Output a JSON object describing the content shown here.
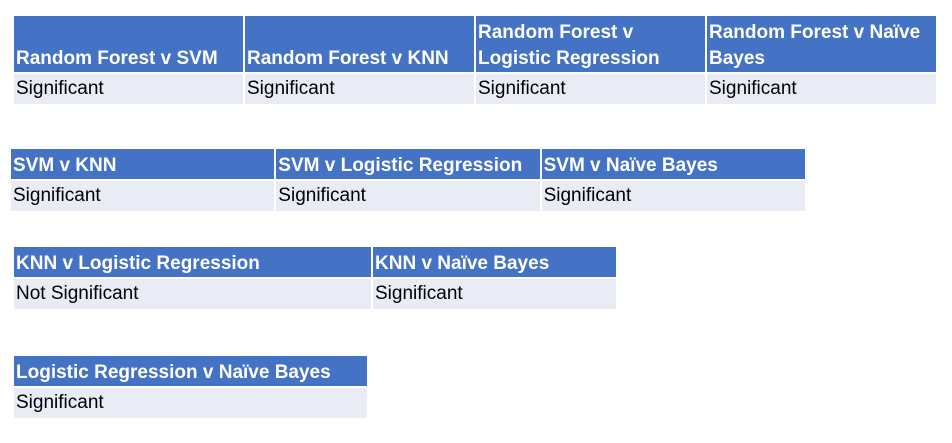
{
  "tables": [
    {
      "headers": [
        "Random Forest v SVM",
        "Random Forest v KNN",
        "Random Forest v Logistic Regression",
        "Random Forest v Naïve Bayes"
      ],
      "values": [
        "Significant",
        "Significant",
        "Significant",
        "Significant"
      ]
    },
    {
      "headers": [
        "SVM v KNN",
        "SVM v Logistic Regression",
        "SVM v Naïve Bayes"
      ],
      "values": [
        "Significant",
        "Significant",
        "Significant"
      ]
    },
    {
      "headers": [
        "KNN v Logistic Regression",
        "KNN v Naïve Bayes"
      ],
      "values": [
        "Not Significant",
        "Significant"
      ]
    },
    {
      "headers": [
        "Logistic Regression v Naïve Bayes"
      ],
      "values": [
        "Significant"
      ]
    }
  ]
}
